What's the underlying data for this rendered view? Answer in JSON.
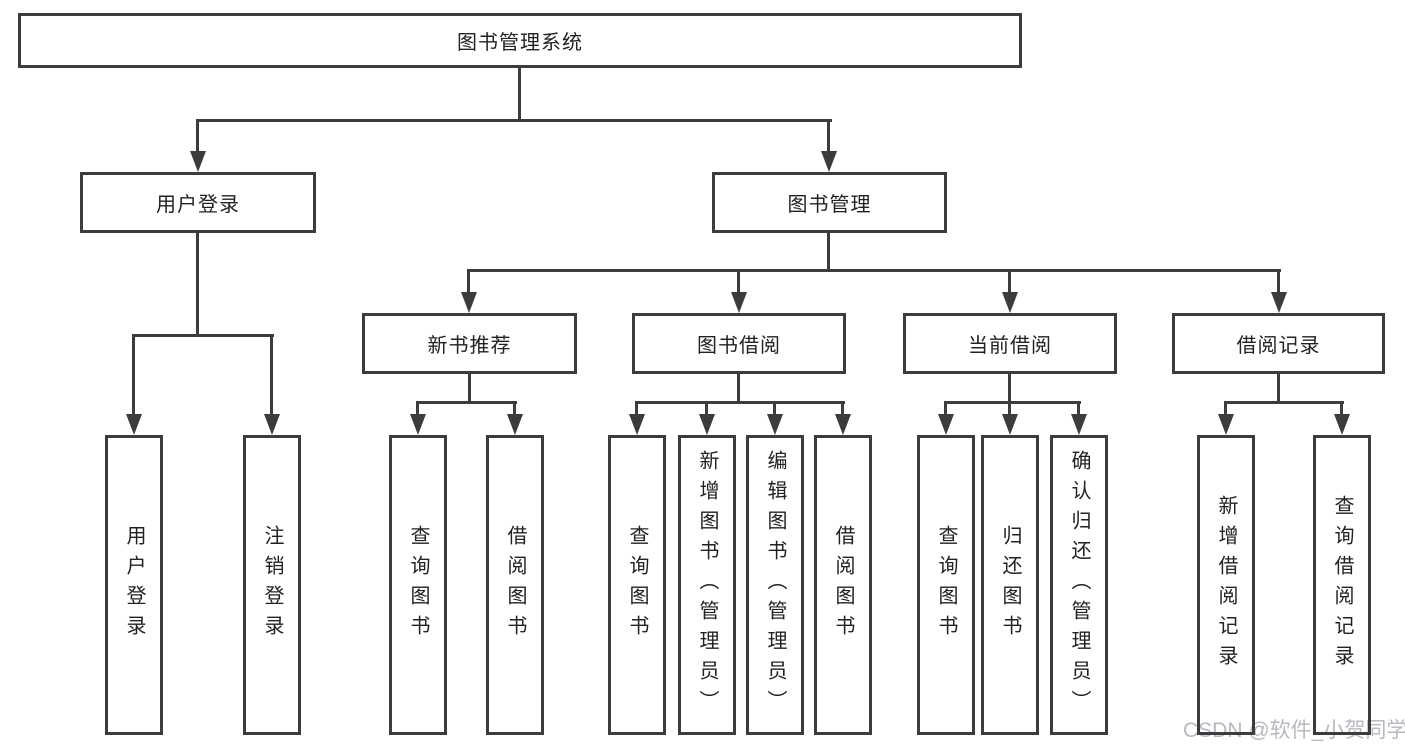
{
  "tree": {
    "label": "图书管理系统",
    "children": [
      {
        "label": "用户登录",
        "children": [
          {
            "label": "用户登录"
          },
          {
            "label": "注销登录"
          }
        ]
      },
      {
        "label": "图书管理",
        "children": [
          {
            "label": "新书推荐",
            "children": [
              {
                "label": "查询图书"
              },
              {
                "label": "借阅图书"
              }
            ]
          },
          {
            "label": "图书借阅",
            "children": [
              {
                "label": "查询图书"
              },
              {
                "label": "新增图书（管理员）"
              },
              {
                "label": "编辑图书（管理员）"
              },
              {
                "label": "借阅图书"
              }
            ]
          },
          {
            "label": "当前借阅",
            "children": [
              {
                "label": "查询图书"
              },
              {
                "label": "归还图书"
              },
              {
                "label": "确认归还（管理员）"
              }
            ]
          },
          {
            "label": "借阅记录",
            "children": [
              {
                "label": "新增借阅记录"
              },
              {
                "label": "查询借阅记录"
              }
            ]
          }
        ]
      }
    ]
  },
  "watermark": {
    "text": "CSDN @软件_小贺同学"
  },
  "colors": {
    "line": "#3c3c3c",
    "text": "#222222",
    "background": "#ffffff",
    "watermark": "#b6bac0"
  }
}
